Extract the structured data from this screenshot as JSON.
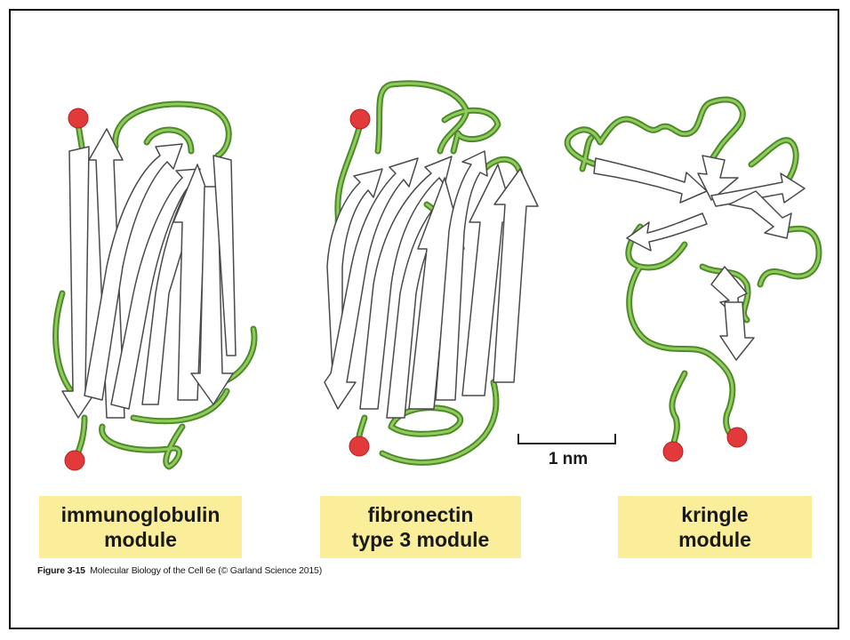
{
  "modules": [
    {
      "id": "immunoglobulin",
      "line1": "immunoglobulin",
      "line2": "module"
    },
    {
      "id": "fibronectin",
      "line1": "fibronectin",
      "line2": "type 3 module"
    },
    {
      "id": "kringle",
      "line1": "kringle",
      "line2": "module"
    }
  ],
  "scale_bar": {
    "label": "1 nm"
  },
  "caption": {
    "figure": "Figure 3-15",
    "text": "Molecular Biology of the Cell 6e (© Garland Science 2015)"
  },
  "colors": {
    "label_bg": "#fbee9a",
    "loop": "#6aa842",
    "terminus": "#e23a3a",
    "strand_fill": "#ffffff",
    "strand_edge": "#4a4a4a"
  }
}
